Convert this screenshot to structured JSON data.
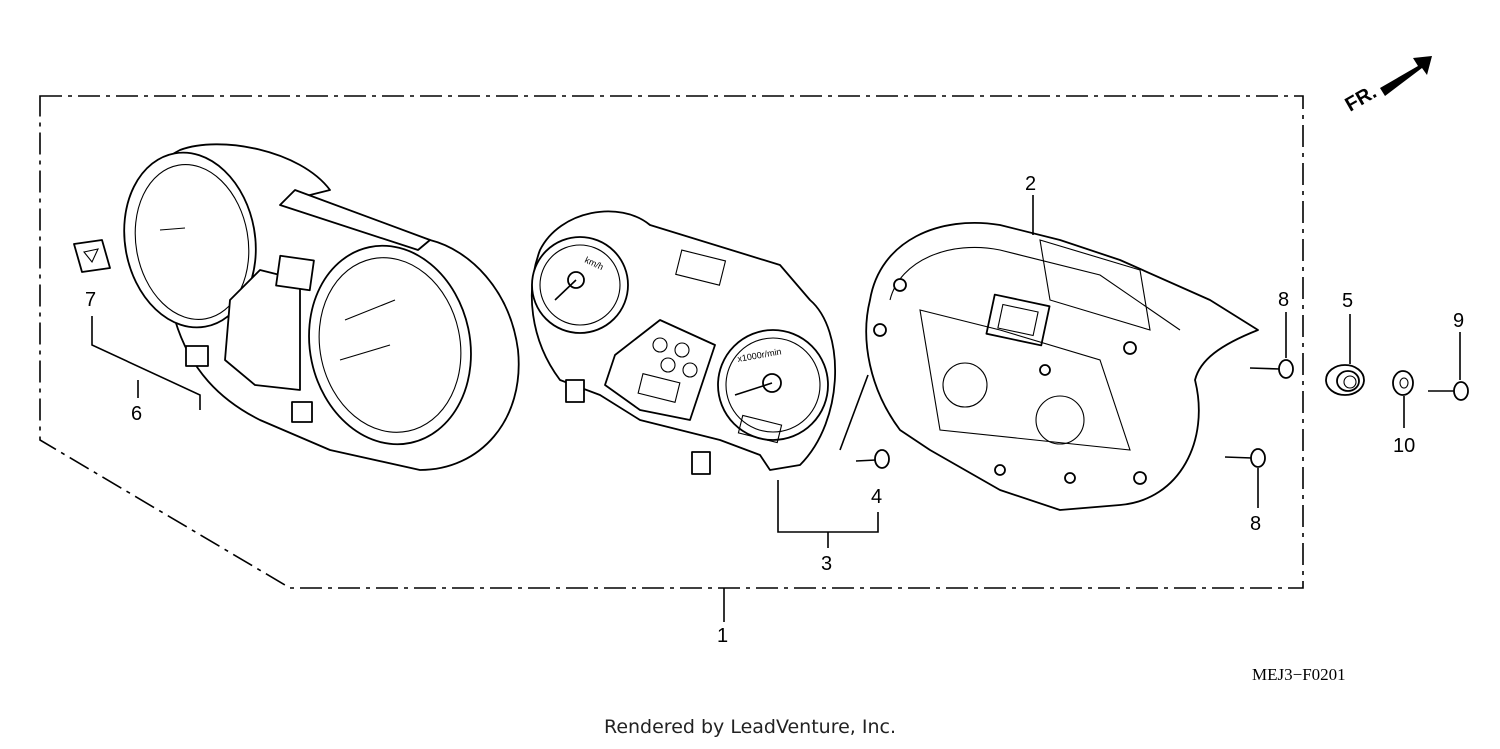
{
  "diagram_code": "MEJ3−F0201",
  "credit": "Rendered by LeadVenture, Inc.",
  "front_marker": "FR.",
  "dial_labels": {
    "speed_unit": "km/h",
    "rpm_unit": "x1000r/min"
  },
  "callouts": [
    {
      "key": "c1",
      "text": "1"
    },
    {
      "key": "c2",
      "text": "2"
    },
    {
      "key": "c3",
      "text": "3"
    },
    {
      "key": "c4",
      "text": "4"
    },
    {
      "key": "c5",
      "text": "5"
    },
    {
      "key": "c6",
      "text": "6"
    },
    {
      "key": "c7",
      "text": "7"
    },
    {
      "key": "c8a",
      "text": "8"
    },
    {
      "key": "c8b",
      "text": "8"
    },
    {
      "key": "c9",
      "text": "9"
    },
    {
      "key": "c10",
      "text": "10"
    }
  ]
}
